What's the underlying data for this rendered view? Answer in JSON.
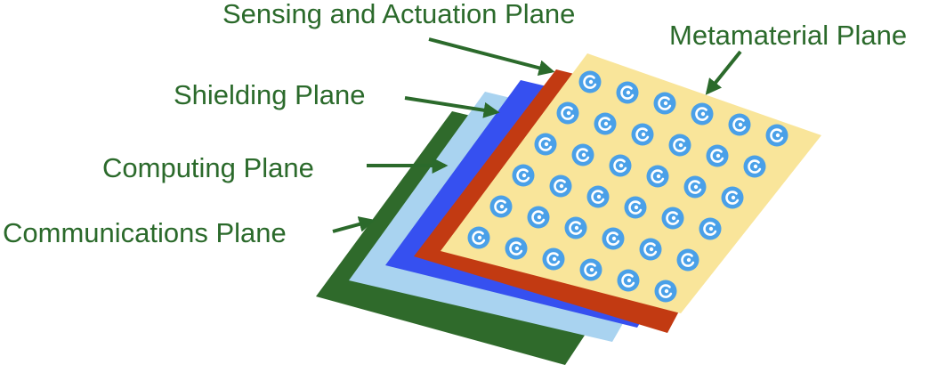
{
  "labels": {
    "sensing_actuation": "Sensing and Actuation Plane",
    "metamaterial": "Metamaterial Plane",
    "shielding": "Shielding Plane",
    "computing": "Computing Plane",
    "communications": "Communications Plane"
  },
  "colors": {
    "text": "#2b6a2b",
    "communications_plane": "#2f6a2b",
    "computing_plane": "#a9d3f0",
    "shielding_plane": "#3650f0",
    "sensing_plane": "#c23a12",
    "metamaterial_plane": "#f9e59a",
    "ring": "#4aa0e8"
  },
  "metamaterial_grid": {
    "rows": 6,
    "cols": 6,
    "element": "split-ring-resonator"
  }
}
